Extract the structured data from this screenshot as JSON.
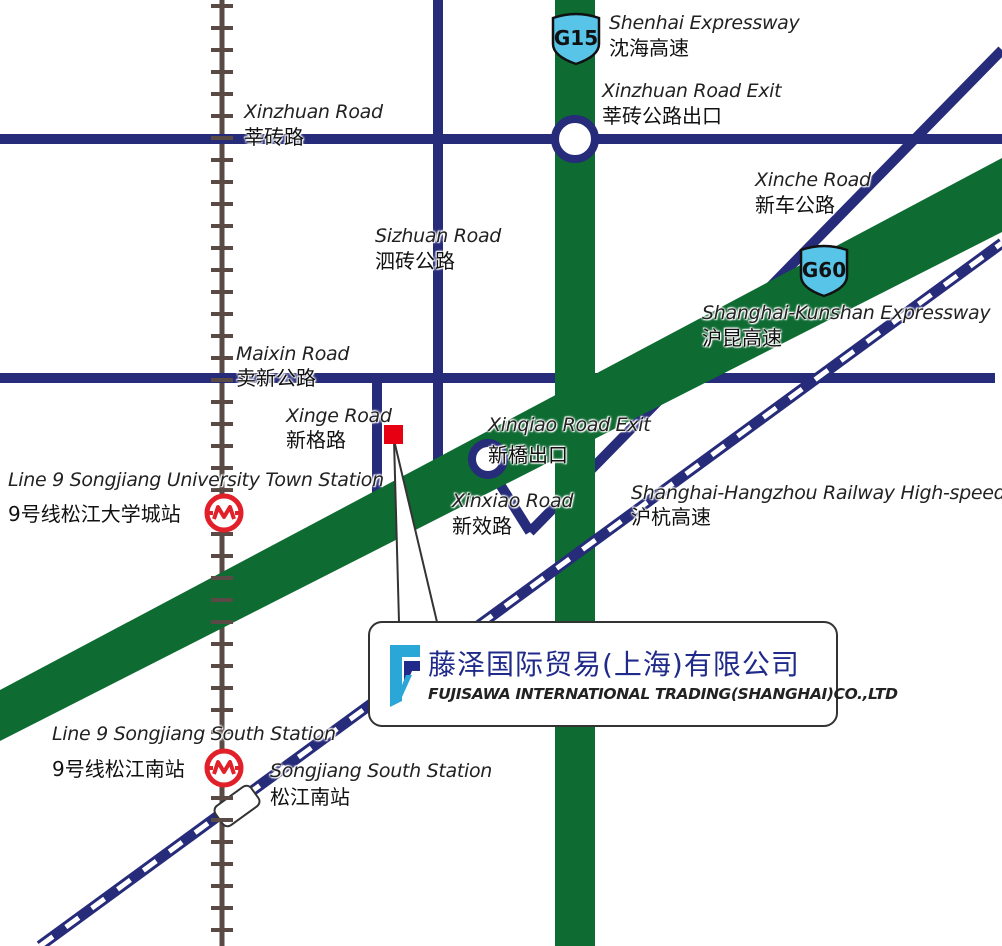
{
  "colors": {
    "road": "#262b7a",
    "expressway": "#0e6b32",
    "shield": "#57c4e8",
    "metro_red": "#e2202a",
    "rail_track": "#5a4a45",
    "company_pin": "#e60012",
    "company_text": "#1f2a8a",
    "logo": "#2aa7d6"
  },
  "expressways": {
    "g15": {
      "shield": "G15",
      "name_en": "Shenhai Expressway",
      "name_zh": "沈海高速"
    },
    "g60": {
      "shield": "G60",
      "name_en": "Shanghai-Kunshan Expressway",
      "name_zh": "沪昆高速"
    }
  },
  "exits": {
    "xinzhuan": {
      "name_en": "Xinzhuan Road Exit",
      "name_zh": "莘砖公路出口"
    },
    "xinqiao": {
      "name_en": "Xinqiao Road Exit",
      "name_zh": "新橋出口"
    }
  },
  "roads": {
    "xinzhuan": {
      "name_en": "Xinzhuan Road",
      "name_zh": "莘砖路"
    },
    "sizhuan": {
      "name_en": "Sizhuan Road",
      "name_zh": "泗砖公路"
    },
    "xinche": {
      "name_en": "Xinche Road",
      "name_zh": "新车公路"
    },
    "maixin": {
      "name_en": "Maixin Road",
      "name_zh": "卖新公路"
    },
    "xinge": {
      "name_en": "Xinge Road",
      "name_zh": "新格路"
    },
    "xinxiao": {
      "name_en": "Xinxiao Road",
      "name_zh": "新效路"
    }
  },
  "railway": {
    "name_en": "Shanghai-Hangzhou Railway High-speed",
    "name_zh": "沪杭高速"
  },
  "stations": {
    "university_town": {
      "name_en": "Line 9 Songjiang University Town Station",
      "name_zh": "9号线松江大学城站",
      "icon": "metro-icon"
    },
    "songjiang_south_metro": {
      "name_en": "Line 9 Songjiang South Station",
      "name_zh": "9号线松江南站",
      "icon": "metro-icon"
    },
    "songjiang_south_rail": {
      "name_en": "Songjiang South Station",
      "name_zh": "松江南站"
    }
  },
  "company": {
    "name_zh": "藤泽国际贸易(上海)有限公司",
    "name_en": "FUJISAWA INTERNATIONAL TRADING(SHANGHAI)CO.,LTD",
    "logo_icon": "fujisawa-logo-icon"
  }
}
